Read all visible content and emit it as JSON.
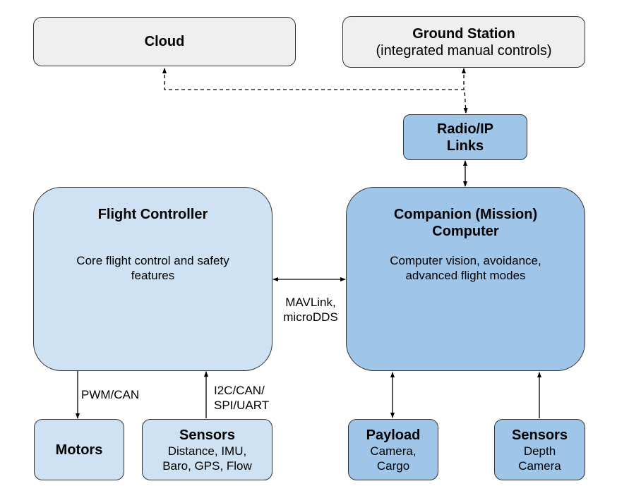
{
  "nodes": {
    "cloud": {
      "title": "Cloud"
    },
    "ground_station": {
      "title": "Ground Station",
      "subtitle": "(integrated manual controls)"
    },
    "radio": {
      "title_line1": "Radio/IP",
      "title_line2": "Links"
    },
    "flight_controller": {
      "title": "Flight Controller",
      "desc_line1": "Core flight control and safety",
      "desc_line2": "features"
    },
    "companion": {
      "title_line1": "Companion (Mission)",
      "title_line2": "Computer",
      "desc_line1": "Computer vision, avoidance,",
      "desc_line2": "advanced flight modes"
    },
    "motors": {
      "title": "Motors"
    },
    "sensors_fc": {
      "title": "Sensors",
      "desc_line1": "Distance, IMU,",
      "desc_line2": "Baro, GPS, Flow"
    },
    "payload": {
      "title": "Payload",
      "desc_line1": "Camera,",
      "desc_line2": "Cargo"
    },
    "sensors_cc": {
      "title": "Sensors",
      "desc_line1": "Depth",
      "desc_line2": "Camera"
    }
  },
  "edges": {
    "fc_cc": {
      "line1": "MAVLink,",
      "line2": "microDDS"
    },
    "fc_motors": {
      "label": "PWM/CAN"
    },
    "sensors_fc": {
      "line1": "I2C/CAN/",
      "line2": "SPI/UART"
    }
  },
  "colors": {
    "grey": "#efefef",
    "light_blue": "#cfe2f3",
    "blue": "#9fc5e8"
  }
}
